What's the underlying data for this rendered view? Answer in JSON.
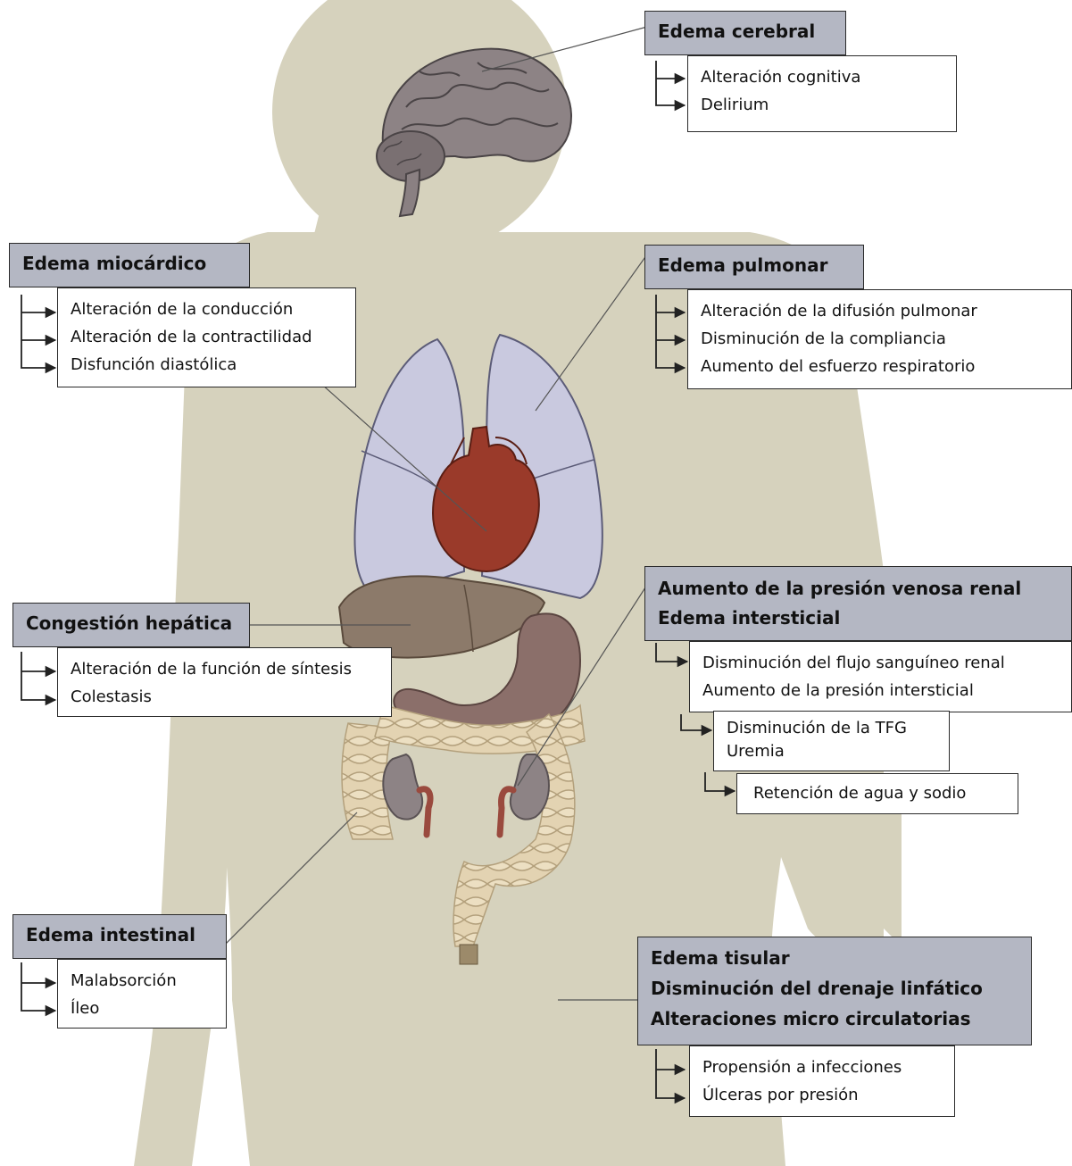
{
  "callouts": {
    "cerebral": {
      "title": "Edema cerebral",
      "items": [
        "Alteración cognitiva",
        "Delirium"
      ]
    },
    "miocardico": {
      "title": "Edema miocárdico",
      "items": [
        "Alteración de la conducción",
        "Alteración de la contractilidad",
        "Disfunción  diastólica"
      ]
    },
    "pulmonar": {
      "title": "Edema pulmonar",
      "items": [
        "Alteración de la difusión  pulmonar",
        "Disminución de la compliancia",
        "Aumento del esfuerzo respiratorio"
      ]
    },
    "hepatica": {
      "title": "Congestión hepática",
      "items": [
        "Alteración de la función  de síntesis",
        "Colestasis"
      ]
    },
    "renal": {
      "title_lines": [
        "Aumento de la presión venosa renal",
        "Edema intersticial"
      ],
      "level1": [
        "Disminución del flujo sanguíneo renal",
        "Aumento de la presión intersticial"
      ],
      "level2": [
        "Disminución de la TFG",
        "Uremia"
      ],
      "level3": [
        "Retención de agua y sodio"
      ]
    },
    "intestinal": {
      "title": "Edema intestinal",
      "items": [
        "Malabsorción",
        "Íleo"
      ]
    },
    "tisular": {
      "title_lines": [
        "Edema tisular",
        "Disminución del drenaje linfático",
        "Alteraciones micro circulatorias"
      ],
      "items": [
        "Propensión a infecciones",
        "Úlceras por presión"
      ]
    }
  },
  "colors": {
    "body": "#d6d2bd",
    "header_fill": "#b4b7c3",
    "lungs": "#c9c9df",
    "heart": "#9a3a2a",
    "liver": "#8c7a6a",
    "stomach": "#8b6f6a",
    "intestine": "#e3d3b2",
    "brain": "#8d8385"
  }
}
